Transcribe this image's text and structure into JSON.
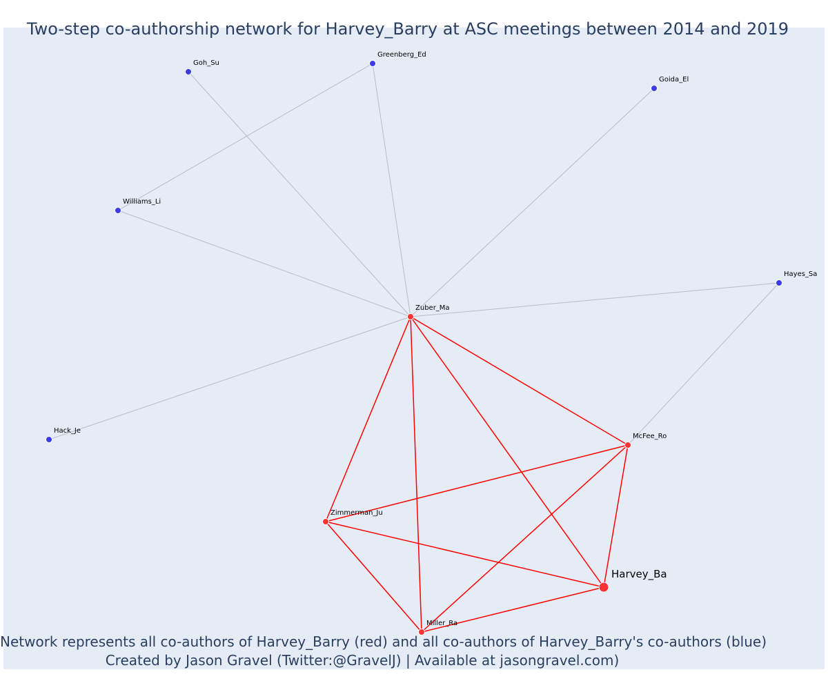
{
  "title": "Two-step co-authorship network for Harvey_Barry at ASC meetings between 2014 and 2019",
  "footer": {
    "line1": "Network represents all co-authors of Harvey_Barry (red) and all co-authors of Harvey_Barry's co-authors (blue)",
    "line2": "Created by Jason Gravel (Twitter:@GravelJ) | Available at jasongravel.com)"
  },
  "colors": {
    "plot_background": "#e5ecf6",
    "coauthor_node": "#ff3333",
    "second_step_node": "#3b3be8",
    "coauthor_edge": "#ff0000",
    "second_step_edge": "#b8bcc8",
    "title_text": "#2a3f5f"
  },
  "nodes": [
    {
      "id": "Goh_Su",
      "label": "Goh_Su",
      "group": "second_step"
    },
    {
      "id": "Greenberg_Ed",
      "label": "Greenberg_Ed",
      "group": "second_step"
    },
    {
      "id": "Goida_El",
      "label": "Goida_El",
      "group": "second_step"
    },
    {
      "id": "Williams_Li",
      "label": "Williams_Li",
      "group": "second_step"
    },
    {
      "id": "Hayes_Sa",
      "label": "Hayes_Sa",
      "group": "second_step"
    },
    {
      "id": "Zuber_Ma",
      "label": "Zuber_Ma",
      "group": "coauthor"
    },
    {
      "id": "Hack_Je",
      "label": "Hack_Je",
      "group": "second_step"
    },
    {
      "id": "McFee_Ro",
      "label": "McFee_Ro",
      "group": "coauthor"
    },
    {
      "id": "Zimmerman_Ju",
      "label": "Zimmerman_Ju",
      "group": "coauthor"
    },
    {
      "id": "Harvey_Ba",
      "label": "Harvey_Ba",
      "group": "focal"
    },
    {
      "id": "Miller_Ra",
      "label": "Miller_Ra",
      "group": "coauthor"
    }
  ],
  "edges": [
    {
      "source": "Zuber_Ma",
      "target": "Goh_Su",
      "type": "second_step"
    },
    {
      "source": "Zuber_Ma",
      "target": "Greenberg_Ed",
      "type": "second_step"
    },
    {
      "source": "Zuber_Ma",
      "target": "Goida_El",
      "type": "second_step"
    },
    {
      "source": "Zuber_Ma",
      "target": "Williams_Li",
      "type": "second_step"
    },
    {
      "source": "Zuber_Ma",
      "target": "Hayes_Sa",
      "type": "second_step"
    },
    {
      "source": "Zuber_Ma",
      "target": "Hack_Je",
      "type": "second_step"
    },
    {
      "source": "Williams_Li",
      "target": "Greenberg_Ed",
      "type": "second_step"
    },
    {
      "source": "McFee_Ro",
      "target": "Hayes_Sa",
      "type": "second_step"
    },
    {
      "source": "Zuber_Ma",
      "target": "Zimmerman_Ju",
      "type": "coauthor"
    },
    {
      "source": "Zuber_Ma",
      "target": "Miller_Ra",
      "type": "coauthor"
    },
    {
      "source": "Zuber_Ma",
      "target": "Harvey_Ba",
      "type": "coauthor"
    },
    {
      "source": "Zuber_Ma",
      "target": "McFee_Ro",
      "type": "coauthor"
    },
    {
      "source": "McFee_Ro",
      "target": "Zimmerman_Ju",
      "type": "coauthor"
    },
    {
      "source": "McFee_Ro",
      "target": "Miller_Ra",
      "type": "coauthor"
    },
    {
      "source": "McFee_Ro",
      "target": "Harvey_Ba",
      "type": "coauthor"
    },
    {
      "source": "Zimmerman_Ju",
      "target": "Harvey_Ba",
      "type": "coauthor"
    },
    {
      "source": "Zimmerman_Ju",
      "target": "Miller_Ra",
      "type": "coauthor"
    },
    {
      "source": "Miller_Ra",
      "target": "Harvey_Ba",
      "type": "coauthor"
    }
  ]
}
